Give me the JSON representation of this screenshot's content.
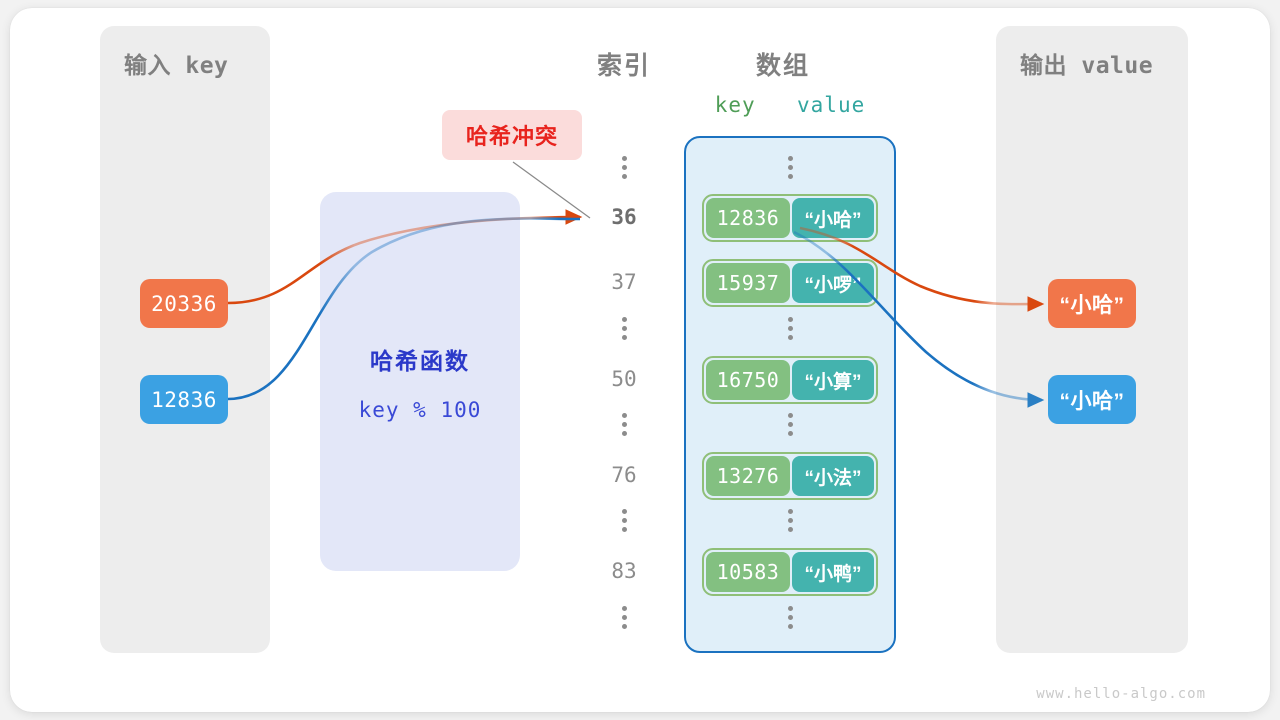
{
  "watermark": "www.hello-algo.com",
  "panels": {
    "input": {
      "title": "输入 key"
    },
    "output": {
      "title": "输出 value"
    }
  },
  "headers": {
    "index": "索引",
    "array": "数组",
    "key": "key",
    "value": "value"
  },
  "hash_function": {
    "title": "哈希函数",
    "formula": "key % 100"
  },
  "collision": {
    "label": "哈希冲突"
  },
  "inputs": [
    {
      "value": "20336",
      "color": "#f1764a"
    },
    {
      "value": "12836",
      "color": "#3ba1e3"
    }
  ],
  "outputs": [
    {
      "value": "“小哈”",
      "color": "#f1764a"
    },
    {
      "value": "“小哈”",
      "color": "#3ba1e3"
    }
  ],
  "bucket_index": "36",
  "rows": [
    {
      "index": "36",
      "key": "12836",
      "value": "“小哈”",
      "active": true
    },
    {
      "index": "37",
      "key": "15937",
      "value": "“小啰”",
      "active": false
    },
    {
      "index": "50",
      "key": "16750",
      "value": "“小算”",
      "active": false
    },
    {
      "index": "76",
      "key": "13276",
      "value": "“小法”",
      "active": false
    },
    {
      "index": "83",
      "key": "10583",
      "value": "“小鸭”",
      "active": false
    }
  ],
  "colors": {
    "orange": "#f1764a",
    "orange_arrow": "#d9480f",
    "blue": "#3ba1e3",
    "blue_arrow": "#1b72c0",
    "green_key": "#83c081",
    "teal_value": "#44b3ae",
    "array_fill": "#e0eff9",
    "array_border": "#1b72c0",
    "hash_fill": "#e3e7f8",
    "hash_text": "#2b39c9",
    "panel_fill": "#ededed",
    "collision_fill": "#fbdcdb",
    "collision_text": "#e8231d"
  }
}
